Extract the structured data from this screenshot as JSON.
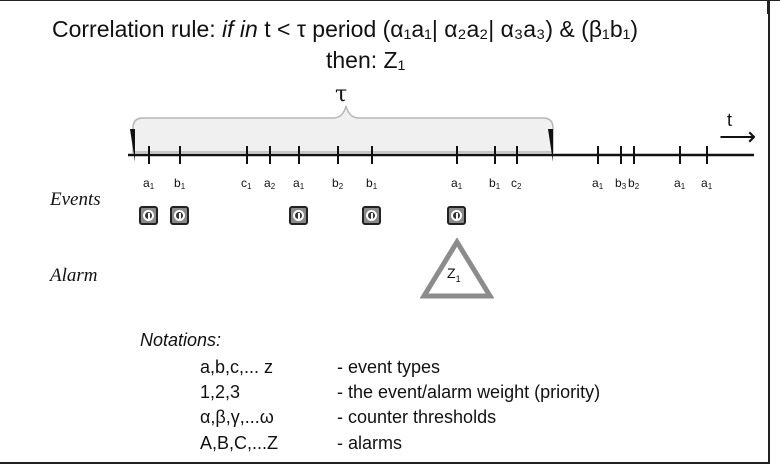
{
  "title": {
    "prefix": "Correlation rule:  ",
    "if_in": "if in",
    "condition": "  t < τ period (α₁a₁| α₂a₂| α₃a₃) & (β₁b₁)",
    "then": "then: Z₁"
  },
  "timeline": {
    "tau_label": "τ",
    "t_label": "t",
    "arrow": "⟶",
    "window": [
      "0",
      "t"
    ],
    "events": [
      {
        "type": "a",
        "sub": "1"
      },
      {
        "type": "b",
        "sub": "1"
      },
      {
        "type": "c",
        "sub": "1"
      },
      {
        "type": "a",
        "sub": "2"
      },
      {
        "type": "a",
        "sub": "1"
      },
      {
        "type": "b",
        "sub": "2"
      },
      {
        "type": "b",
        "sub": "1"
      },
      {
        "type": "a",
        "sub": "1"
      },
      {
        "type": "b",
        "sub": "1"
      },
      {
        "type": "c",
        "sub": "2"
      },
      {
        "type": "a",
        "sub": "1"
      },
      {
        "type": "b",
        "sub": "3"
      },
      {
        "type": "b",
        "sub": "2"
      },
      {
        "type": "a",
        "sub": "1"
      },
      {
        "type": "a",
        "sub": "1"
      }
    ],
    "counted_event_indices": [
      0,
      1,
      4,
      6,
      7
    ]
  },
  "rows": {
    "events_label": "Events",
    "alarm_label": "Alarm",
    "alarm_name": "Z",
    "alarm_sub": "1"
  },
  "icons": {
    "event_icon": "info-icon",
    "alarm_icon": "warning-triangle-icon"
  },
  "notations": {
    "title": "Notations:",
    "items": [
      {
        "symbol": "a,b,c,... z",
        "desc": "- event types"
      },
      {
        "symbol": "1,2,3",
        "desc": "- the event/alarm weight (priority)"
      },
      {
        "symbol": "α,β,γ,...ω",
        "desc": "- counter thresholds"
      },
      {
        "symbol": "A,B,C,...Z",
        "desc": "- alarms"
      }
    ]
  },
  "colors": {
    "line": "#111111",
    "icon_gray": "#8a8a8a",
    "triangle_gray": "#8c8c8c",
    "brace_fill": "#f0f0f0"
  }
}
